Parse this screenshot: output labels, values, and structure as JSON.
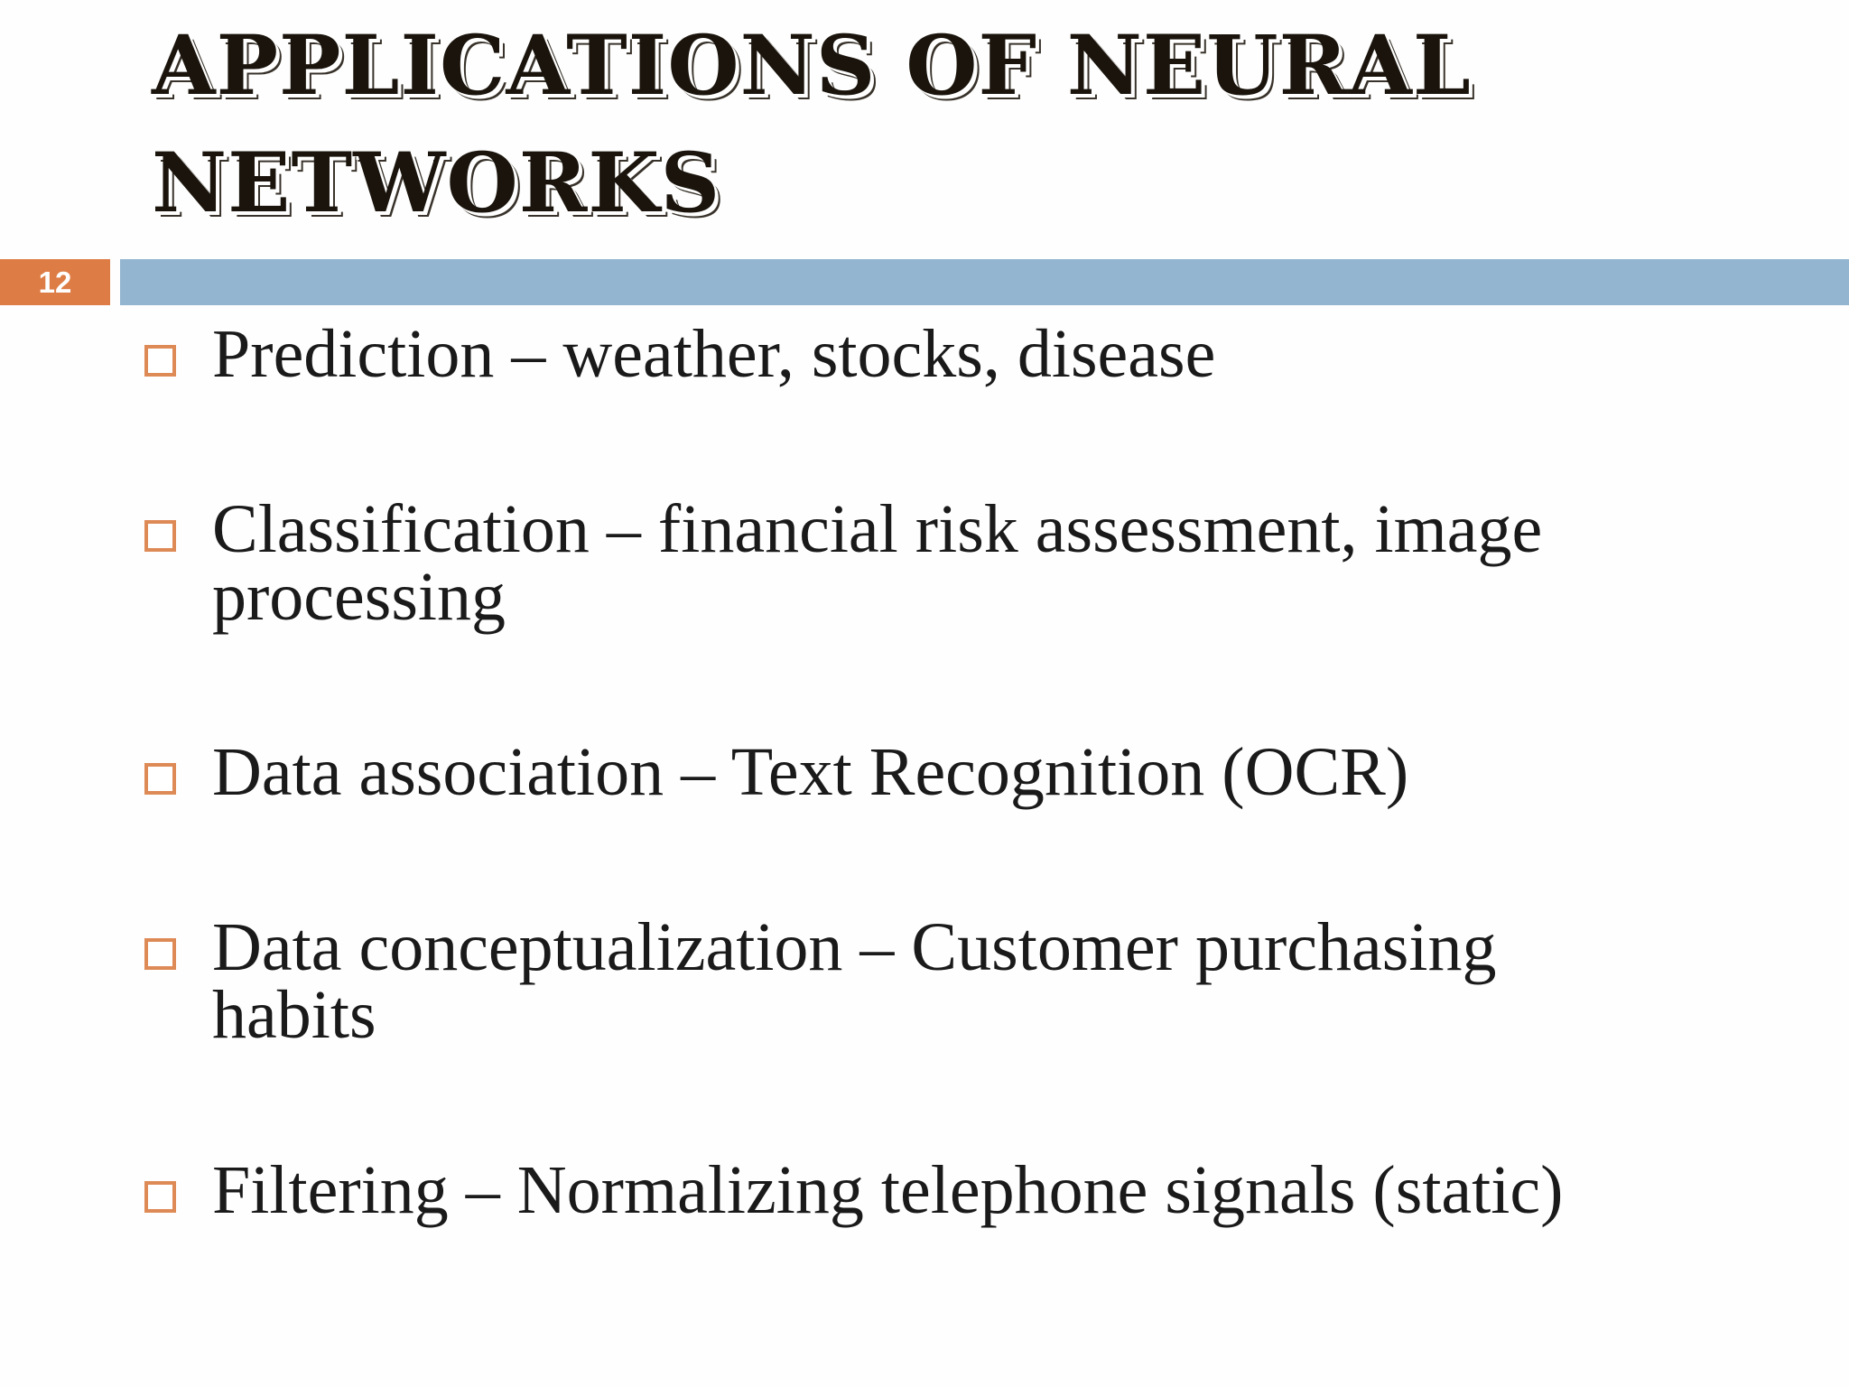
{
  "colors": {
    "accent_orange": "#DD7C45",
    "band_blue": "#93B5D0",
    "bullet_outline": "#DE8A57",
    "title_color": "#1A140C",
    "body_text": "#1A1A1A",
    "page_number_text": "#FFFFFF",
    "background": "#FEFEFE"
  },
  "slide": {
    "page_number": "12",
    "title_lines": [
      "APPLICATIONS OF NEURAL",
      "NETWORKS"
    ],
    "bullets": [
      {
        "text": "Prediction – weather, stocks, disease"
      },
      {
        "text": "Classification – financial risk assessment, image\nprocessing"
      },
      {
        "text": "Data association – Text Recognition (OCR)"
      },
      {
        "text": "Data conceptualization – Customer purchasing\nhabits"
      },
      {
        "text": "Filtering – Normalizing telephone signals (static)"
      }
    ]
  }
}
